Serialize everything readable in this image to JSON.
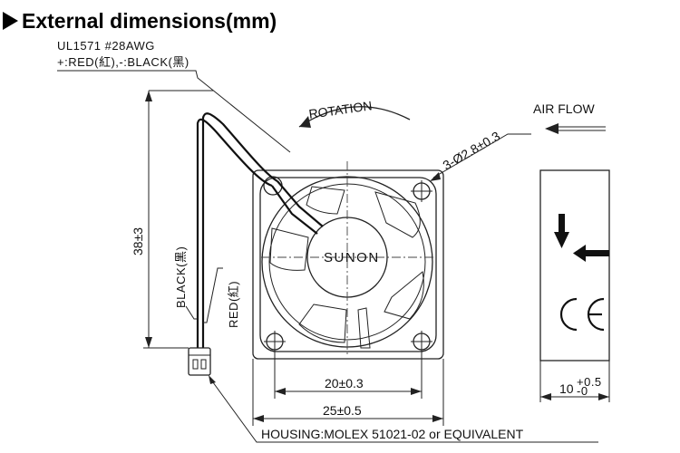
{
  "title": "External dimensions(mm)",
  "wire_spec": {
    "line1": "UL1571  #28AWG",
    "line2": "+:RED(紅),-:BLACK(黑)"
  },
  "labels": {
    "rotation": "ROTATION",
    "air_flow": "AIR FLOW",
    "holes": "3-Ø2.8±0.3",
    "brand": "SUNON",
    "black_wire": "BLACK(黑)",
    "red_wire": "RED(紅)",
    "housing": "HOUSING:MOLEX  51021-02  or  EQUIVALENT",
    "ce": "CE"
  },
  "dimensions": {
    "lead_length": "38±3",
    "hole_pitch": "20±0.3",
    "frame_size": "25±0.5",
    "thickness_base": "10",
    "thickness_plus": "+0.5",
    "thickness_minus": "-0"
  },
  "icons": [
    "arrow-left-icon",
    "arrow-down-icon",
    "ce-mark-icon",
    "title-triangle-icon"
  ]
}
